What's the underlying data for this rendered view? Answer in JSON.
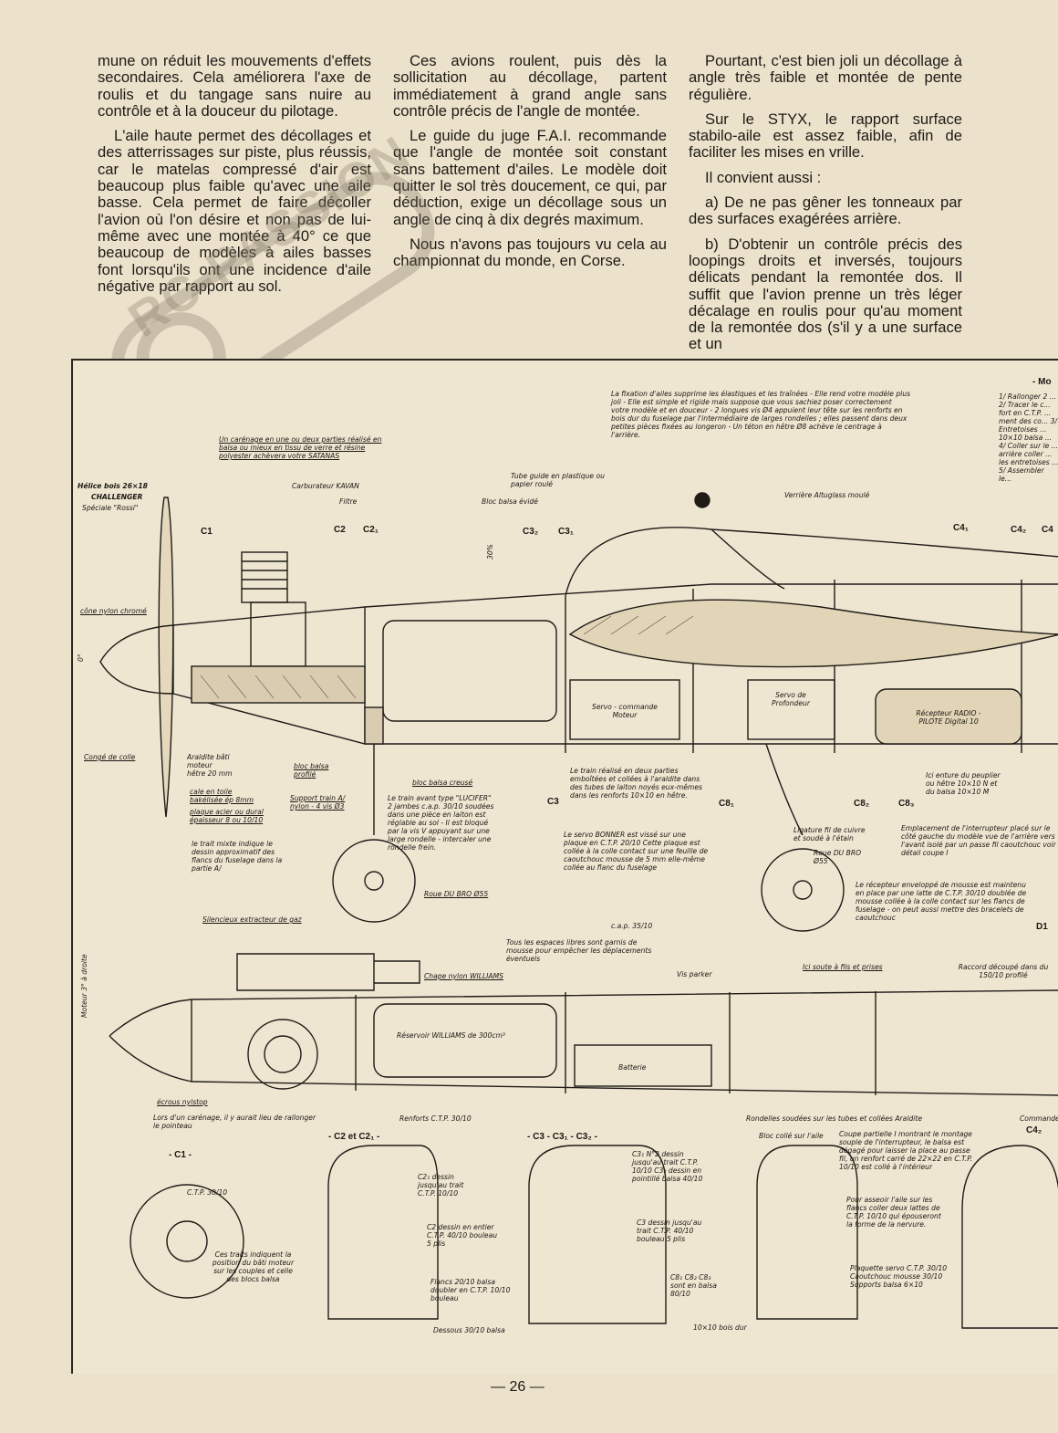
{
  "article": {
    "col1": [
      "mune on réduit les mouvements d'effets secondaires. Cela améliorera l'axe de roulis et du tangage sans nuire au contrôle et à la douceur du pilotage.",
      "L'aile haute permet des décollages et des atterrissages sur piste, plus réussis, car le matelas compressé d'air est beaucoup plus faible qu'avec une aile basse. Cela permet de faire décoller l'avion où l'on désire et non pas de lui-même avec une montée à 40° ce que beaucoup de modèles à ailes basses font lorsqu'ils ont une incidence d'aile négative par rapport au sol."
    ],
    "col2": [
      "Ces avions roulent, puis dès la sollicitation au décollage, partent immédiatement à grand angle sans contrôle précis de l'angle de montée.",
      "Le guide du juge F.A.I. recommande que l'angle de montée soit constant sans battement d'ailes. Le modèle doit quitter le sol très doucement, ce qui, par déduction, exige un décollage sous un angle de cinq à dix degrés maximum.",
      "Nous n'avons pas toujours vu cela au championnat du monde, en Corse."
    ],
    "col3": [
      "Pourtant, c'est bien joli un décollage à angle très faible et montée de pente régulière.",
      "Sur le STYX, le rapport surface stabilo-aile est assez faible, afin de faciliter les mises en vrille.",
      "Il convient aussi :",
      "a) De ne pas gêner les tonneaux par des surfaces exagérées arrière.",
      "b) D'obtenir un contrôle précis des loopings droits et inversés, toujours délicats pendant la remontée dos. Il suffit que l'avion prenne un très léger décalage en roulis pour qu'au moment de la remontée dos (s'il y a une surface et un"
    ]
  },
  "watermark": "RC-PASSION",
  "page_number": "— 26 —",
  "plan": {
    "labels": {
      "fixation": "La fixation d'ailes supprime les élastiques et les traînées - Elle rend votre modèle plus joli - Elle est simple et rigide mais suppose que vous sachiez poser correctement votre modèle et en douceur - 2 longues vis Ø4 appuient leur tête sur les renforts en bois dur du fuselage par l'intermédiaire de larges rondelles ; elles passent dans deux petites pièces fixées au longeron - Un téton en hêtre Ø8 achève le centrage à l'arrière.",
      "carenage": "Un carénage en une ou deux parties réalisé en balsa ou mieux en tissu de verre et résine polyester achèvera votre SATANAS",
      "helice": "Hélice bois 26×18",
      "challenger": "CHALLENGER",
      "rossi": "Spéciale \"Rossi\"",
      "carbu": "Carburateur KAVAN",
      "filtre": "Filtre",
      "tube": "Tube guide en plastique ou papier roulé",
      "bloc_evide": "Bloc balsa évidé",
      "verriere": "Verrière Altuglass moulé",
      "cone": "cône nylon chromé",
      "conge": "Congé de colle",
      "araldite": "Araldite bâti moteur hêtre 20 mm",
      "cale": "cale en toile bakélisée ép 8mm",
      "plaque": "plaque acier ou dural épaisseur 8 ou 10/10",
      "trait": "le trait mixte indique le dessin approximatif des flancs du fuselage dans la partie A/",
      "bloc_profile": "bloc balsa profilé",
      "support_train": "Support train A/ nylon - 4 vis Ø3",
      "bloc_creuse": "bloc balsa creusé",
      "lucifer": "Le train avant type \"LUCIFER\" 2 jambes c.a.p. 30/10 soudées dans une pièce en laiton est réglable au sol - Il est bloqué par la vis V appuyant sur une large rondelle - intercaler une rondelle frein.",
      "train_ar": "Le train réalisé en deux parties emboîtées et collées à l'araldite dans des tubes de laiton noyés eux-mêmes dans les renforts 10×10 en hêtre.",
      "bonner": "Le servo BONNER est vissé sur une plaque en C.T.P. 20/10 Cette plaque est collée à la colle contact sur une feuille de caoutchouc mousse de 5 mm elle-même collée au flanc du fuselage",
      "roue1": "Roue DU BRO Ø55",
      "roue2": "Roue DU BRO Ø55",
      "ligature": "Ligature fil de cuivre et soudé à l'étain",
      "servo_moteur": "Servo - commande Moteur",
      "servo_prof": "Servo de Profondeur",
      "recepteur": "Récepteur RADIO - PILOTE Digital 10",
      "entures": "Ici enture du peuplier ou hêtre 10×10 N et du balsa 10×10 M",
      "interrupteur": "Emplacement de l'interrupteur placé sur le côté gauche du modèle vue de l'arrière vers l'avant isolé par un passe fil caoutchouc voir détail coupe I",
      "recepteur_note": "Le récepteur enveloppé de mousse est maintenu en place par une latte de C.T.P. 30/10 doublée de mousse collée à la colle contact sur les flancs de fuselage - on peut aussi mettre des bracelets de caoutchouc",
      "silencieux": "Silencieux extracteur de gaz",
      "chape": "Chape nylon WILLIAMS",
      "mousse": "Tous les espaces libres sont garnis de mousse pour empêcher les déplacements éventuels",
      "cap": "c.a.p. 35/10",
      "vis_parker": "Vis parker",
      "soute": "Ici soute à fils et prises",
      "raccord": "Raccord découpé dans du 150/10 profilé",
      "reservoir": "Réservoir WILLIAMS de 300cm³",
      "batterie": "Batterie",
      "ecrous": "écrous nylstop",
      "carenage2": "Lors d'un carénage, il y aurait lieu de rallonger le pointeau",
      "renforts": "Renforts C.T.P. 30/10",
      "rondelles": "Rondelles soudées sur les tubes et collées Araldite",
      "bloc_aile": "Bloc collé sur l'aile",
      "coupe": "Coupe partielle I montrant le montage souple de l'interrupteur, le balsa est dégagé pour laisser la place au passe fil, un renfort carré de 22×22 en C.T.P. 10/10 est collé à l'intérieur",
      "moteur": "Moteur 3° à droite",
      "ctp": "C.T.P. 30/10",
      "traits_bati": "Ces traits indiquent la position du bâti moteur sur les couples et celle des blocs balsa",
      "c21": "C2₁ dessin jusqu'au trait C.T.P. 10/10",
      "c2": "C2 dessin en entier C.T.P. 40/10 bouleau 5 plis",
      "flancs": "Flancs 20/10 balsa doubler en C.T.P. 10/10 bouleau",
      "dessous": "Dessous 30/10 balsa",
      "c31": "C3₁ N°2 dessin jusqu'au trait C.T.P. 10/10 C3₂ dessin en pointillé balsa 40/10",
      "c3": "C3 dessin jusqu'au trait C.T.P. 40/10 bouleau 5 plis",
      "c8": "C8₁ C8₂ C8₃ sont en balsa 80/10",
      "bois_dur": "10×10 bois dur",
      "asseoir": "Pour asseoir l'aile sur les flancs coller deux lattes de C.T.P. 10/10 qui épouseront la forme de la nervure.",
      "plaquette": "Plaquette servo C.T.P. 30/10 Caoutchouc mousse 30/10 Supports balsa 6×10",
      "commande": "Commande",
      "right_notes": "1/ Rallonger 2 ... 2/ Tracer le c... fort en C.T.P. ... ment des co... 3/ Entretoises ... 10×10 balsa ... 4/ Coller sur le ... arrière coller ... les entretoises ... 5/ Assembler le..."
    },
    "sections": {
      "c1": "C1",
      "c2": "C2",
      "c21": "C2₁",
      "c3": "C3",
      "c31": "C3₁",
      "c32": "C3₂",
      "c41": "C4₁",
      "c42": "C4₂",
      "c4": "C4",
      "c81": "C8₁",
      "c82": "C8₂",
      "c83": "C8₃",
      "d1": "D1",
      "sec_c1": "- C1 -",
      "sec_c2": "- C2 et C2₁ -",
      "sec_c3": "- C3 - C3₁ - C3₂ -",
      "sec_c4": "C4₂",
      "angle": "30%",
      "zero": "0°",
      "mo": "- Mo"
    }
  }
}
